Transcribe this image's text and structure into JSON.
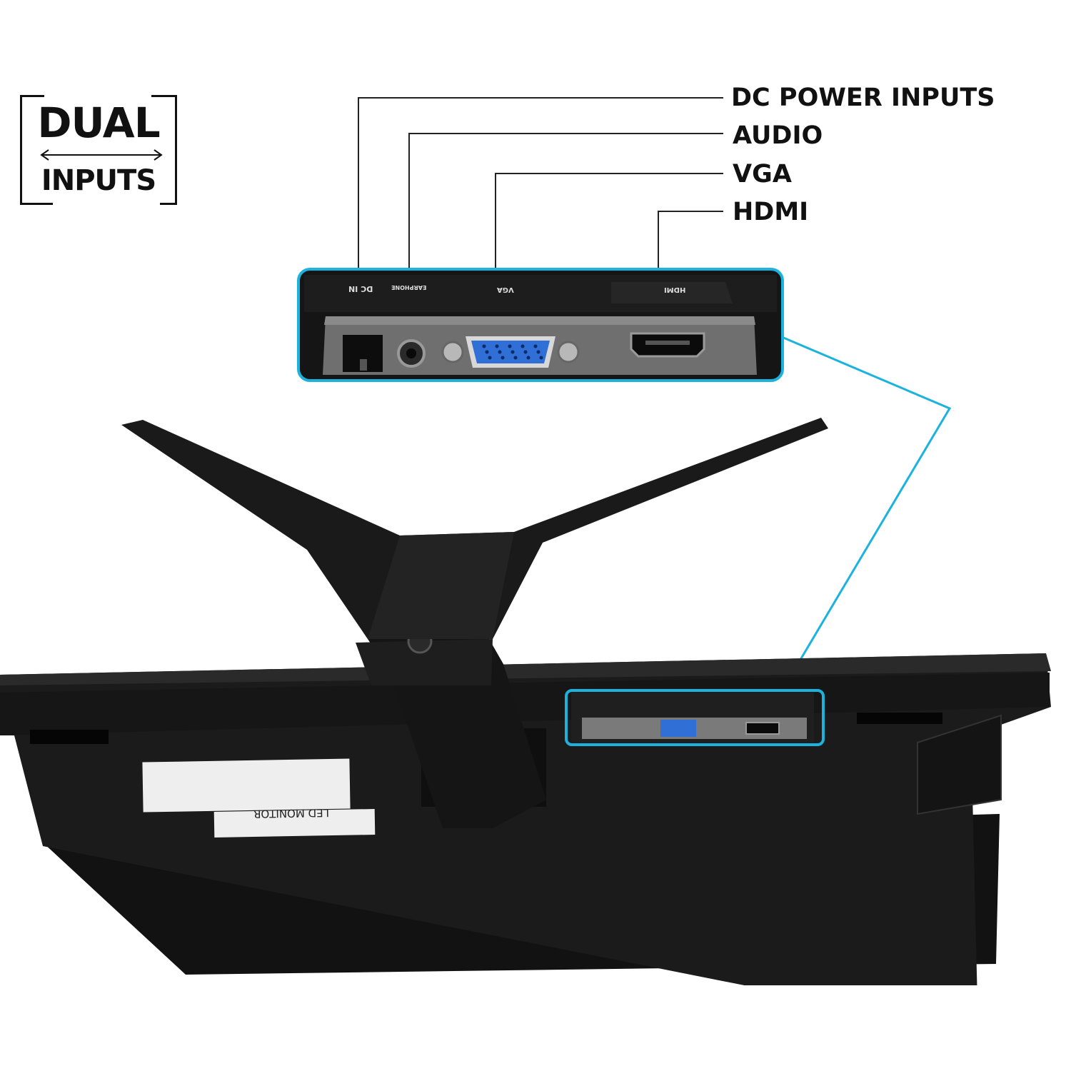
{
  "badge": {
    "line1": "DUAL",
    "line2": "INPUTS"
  },
  "callouts": {
    "dc_power": "DC POWER INPUTS",
    "audio": "AUDIO",
    "vga": "VGA",
    "hdmi": "HDMI"
  },
  "port_labels": {
    "dc_in": "DC IN",
    "earphone": "EARPHONE",
    "vga": "VGA",
    "hdmi": "HDMI"
  },
  "sticker": {
    "title": "LED MONITOR"
  },
  "colors": {
    "accent": "#1bb3dd",
    "ink": "#111111",
    "panel": "#1a1a1a",
    "vga_blue": "#2f6fd6"
  }
}
